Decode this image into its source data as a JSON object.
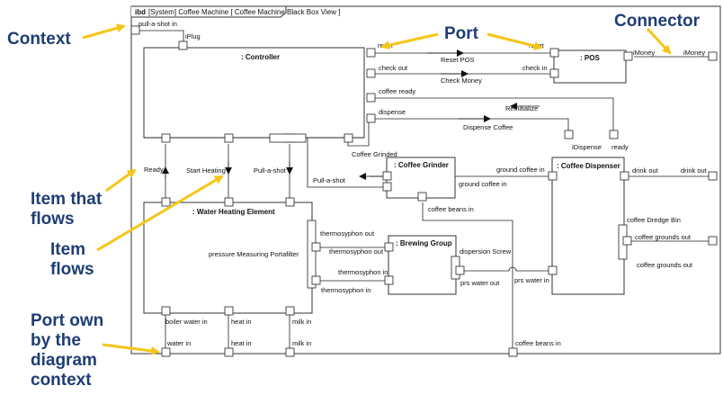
{
  "frame": {
    "kind": "ibd",
    "title": "[System] Coffee Machine [ Coffee Machine Black Box View ]"
  },
  "callouts": {
    "context": "Context",
    "port": "Port",
    "connector": "Connector",
    "item_that_flows": [
      "Item that",
      "flows"
    ],
    "item_flows": [
      "Item",
      "flows"
    ],
    "port_owned": [
      "Port own",
      "by the",
      "diagram",
      "context"
    ]
  },
  "blocks": {
    "controller": ": Controller",
    "pos": ": POS",
    "water_heating": ": Water Heating Element",
    "coffee_grinder": ": Coffee Grinder",
    "coffee_dispenser": ": Coffee Dispenser",
    "brewing_group": ": Brewing Group"
  },
  "labels": {
    "pull_a_shot_in": "pull-a-shot in",
    "iplug": "iPlug",
    "reset_1": "reset",
    "reset_2": "reset",
    "reset_pos": "Reset POS",
    "check_out": "check out",
    "check_in": "check in",
    "check_money": "Check Money",
    "imoney_1": "iMoney",
    "imoney_2": "iMoney",
    "coffee_ready": "coffee ready",
    "reinitialize": "Reinitialize",
    "dispense": "dispense",
    "dispense_coffee": "Dispense Coffee",
    "idispense": "iDispense",
    "ready_port": "ready",
    "coffee_grinded": "Coffee Grinded",
    "ground_coffee_in_1": "ground coffee in",
    "ground_coffee_in_2": "ground coffee in",
    "ready_flow": "Ready",
    "start_heating": "Start Heating",
    "pull_a_shot": "Pull-a-shot",
    "pull_a_shot_2": "Pull-a-shot",
    "drink_out_1": "drink out",
    "drink_out_2": "drink out",
    "coffee_beans_in_1": "coffee beans in",
    "coffee_dredge_bin": "coffee Dredge Bin",
    "coffee_grounds_out_1": "coffee grounds out",
    "coffee_grounds_out_2": "coffee grounds out",
    "thermosyphon_out_1": "thermosyphon out",
    "thermosyphon_out_2": "thermosyphon out",
    "pressure_measuring": "pressure Measuring Portafilter",
    "dispersion_screw": "dispersion Screw",
    "thermosyphon_in_1": "thermosyphon in",
    "thermosyphon_in_2": "thermosyphon in",
    "prs_water_out": "prs water out",
    "prs_water_in": "prs water in",
    "boiler_water_in": "boiler water in",
    "heat_in_1": "heat in",
    "milk_in_1": "milk in",
    "water_in": "water in",
    "heat_in_2": "heat in",
    "milk_in_2": "milk in",
    "coffee_beans_in_2": "coffee beans in"
  },
  "colors": {
    "callout_text": "#1f3d73",
    "arrow": "#f5c518",
    "line": "#222222"
  }
}
